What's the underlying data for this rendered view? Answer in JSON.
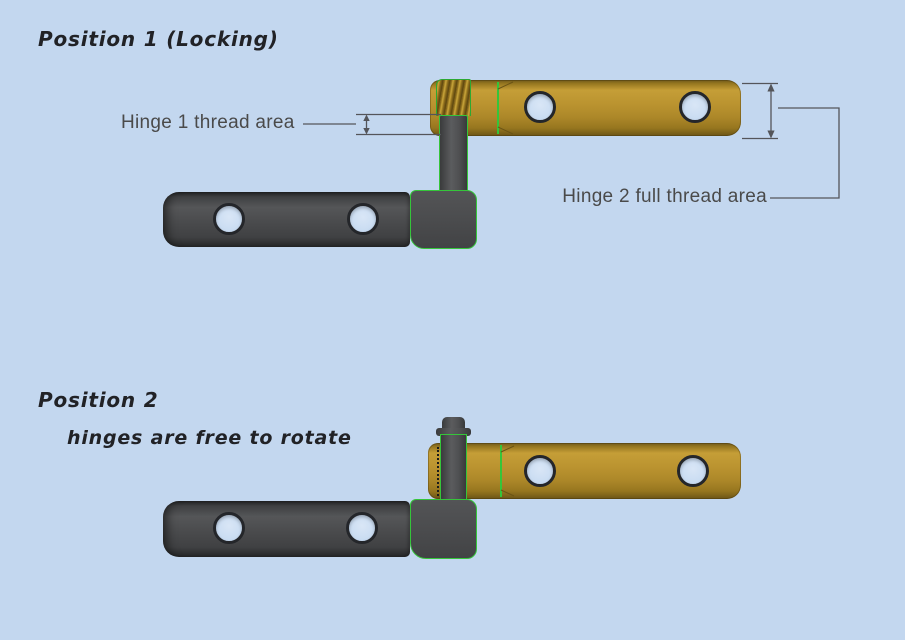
{
  "scene": {
    "background_color": "#c3d7ef"
  },
  "colors": {
    "hinge2_gold": "#b7902b",
    "hinge1_dark_gray": "#4a4b4d",
    "selection_outline_green": "#35c53a",
    "annotation_line": "#54555a",
    "label_text": "#4a4a4a",
    "title_text": "#212226",
    "hole_fill": "#c9dcf2"
  },
  "position1": {
    "title": "Position 1 (Locking)",
    "hinge1_label": "Hinge 1 thread area",
    "hinge2_label": "Hinge 2 full thread area"
  },
  "position2": {
    "title": "Position 2",
    "note": "hinges are free to rotate"
  }
}
